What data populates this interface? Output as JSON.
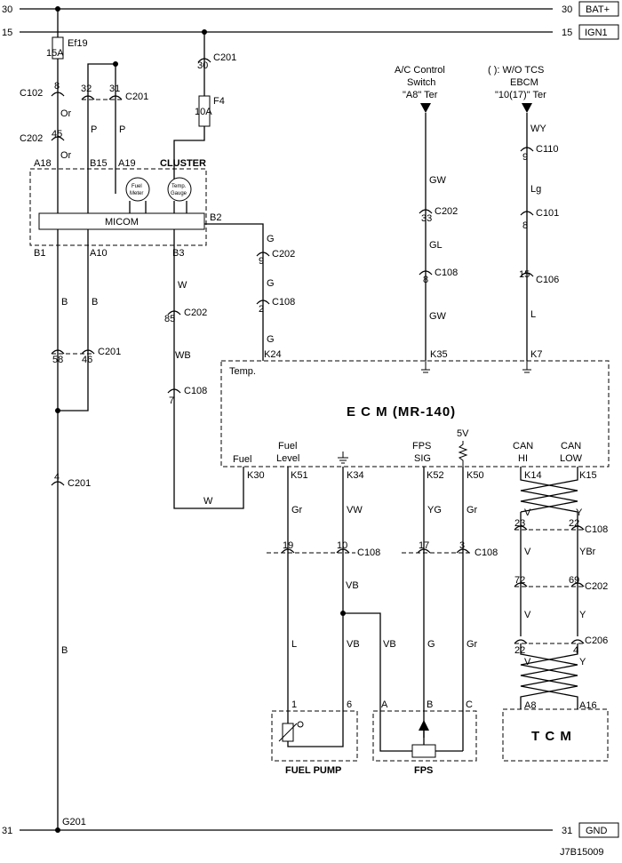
{
  "rails": {
    "bat_num": "30",
    "bat_label": "BAT+",
    "ign_num": "15",
    "ign_label": "IGN1",
    "gnd_num": "31",
    "gnd_label": "GND"
  },
  "fuses": {
    "ef19": "Ef19",
    "ef19_rating": "15A",
    "f4": "F4",
    "f4_rating": "10A"
  },
  "connectors": {
    "c102": "C102",
    "c102_pin": "8",
    "c202_top": "C202",
    "c202_top_pin": "45",
    "c201_top": "C201",
    "c201_top_pin": "30",
    "c201_cluster": "C201",
    "pin32": "32",
    "pin31": "31",
    "c202_g": "C202",
    "c202_g_pin": "9",
    "c108_g": "C108",
    "c108_g_pin": "2",
    "c202_w": "C202",
    "c202_w_pin": "85",
    "c201_b": "C201",
    "pin58": "58",
    "pin46": "46",
    "c108_wb": "C108",
    "c108_wb_pin": "7",
    "c201_low": "C201",
    "c201_low_pin": "4",
    "c202_ac": "C202",
    "c202_ac_pin": "33",
    "c108_ac": "C108",
    "c108_ac_pin": "8",
    "c110": "C110",
    "c110_pin": "9",
    "c101": "C101",
    "c101_pin": "8",
    "c106": "C106",
    "c106_pin": "15",
    "c108_fp": "C108",
    "fp_pin19": "19",
    "fp_pin10": "10",
    "c108_fps": "C108",
    "fps_pin17": "17",
    "fps_pin3": "3",
    "c108_can": "C108",
    "can_pin23": "23",
    "can_pin22": "22",
    "c202_can": "C202",
    "can_pin72": "72",
    "can_pin69": "69",
    "c206_can": "C206",
    "can_pin22b": "22",
    "can_pin4": "4"
  },
  "wires": {
    "or1": "Or",
    "or2": "Or",
    "p1": "P",
    "p2": "P",
    "b1": "B",
    "b2": "B",
    "b3": "B",
    "w1": "W",
    "w2": "W",
    "wb": "WB",
    "g1": "G",
    "g2": "G",
    "g3": "G",
    "gw1": "GW",
    "gl": "GL",
    "gw2": "GW",
    "wy": "WY",
    "lg": "Lg",
    "l_abs": "L",
    "gr1": "Gr",
    "vw": "VW",
    "yg": "YG",
    "gr2": "Gr",
    "vb1": "VB",
    "vb2": "VB",
    "vb3": "VB",
    "l_fp": "L",
    "g_fps": "G",
    "gr3": "Gr",
    "v1": "V",
    "y1": "Y",
    "v2": "V",
    "ybr": "YBr",
    "v3": "V",
    "y3": "Y",
    "v4": "V",
    "y4": "Y"
  },
  "cluster": {
    "title": "CLUSTER",
    "micom": "MICOM",
    "fuel_meter_1": "Fuel",
    "fuel_meter_2": "Meter",
    "temp_gauge_1": "Temp.",
    "temp_gauge_2": "Gauge",
    "pin_a18": "A18",
    "pin_b15": "B15",
    "pin_a19": "A19",
    "pin_b1": "B1",
    "pin_a10": "A10",
    "pin_b3": "B3",
    "pin_b2": "B2"
  },
  "ecm": {
    "title": "E C M (MR-140)",
    "temp": "Temp.",
    "pin_k24": "K24",
    "pin_k35": "K35",
    "pin_k7": "K7",
    "fuel": "Fuel",
    "pin_k30": "K30",
    "fuel_level_1": "Fuel",
    "fuel_level_2": "Level",
    "pin_k51": "K51",
    "pin_k34": "K34",
    "fps_sig_1": "FPS",
    "fps_sig_2": "SIG",
    "pin_k52": "K52",
    "v5": "5V",
    "pin_k50": "K50",
    "can_hi_1": "CAN",
    "can_hi_2": "HI",
    "pin_k14": "K14",
    "can_low_1": "CAN",
    "can_low_2": "LOW",
    "pin_k15": "K15"
  },
  "ac": {
    "line1": "A/C Control",
    "line2": "Switch",
    "line3": "\"A8\" Ter"
  },
  "ebcm": {
    "line1": "(  ): W/O TCS",
    "line2": "EBCM",
    "line3": "\"10(17)\" Ter"
  },
  "fuel_pump": {
    "title": "FUEL PUMP",
    "pin1": "1",
    "pin6": "6"
  },
  "fps": {
    "title": "FPS",
    "pin_a": "A",
    "pin_b": "B",
    "pin_c": "C"
  },
  "tcm": {
    "title": "T C M",
    "pin_a8": "A8",
    "pin_a16": "A16"
  },
  "ground": {
    "g201": "G201"
  },
  "footer": {
    "code": "J7B15009"
  }
}
